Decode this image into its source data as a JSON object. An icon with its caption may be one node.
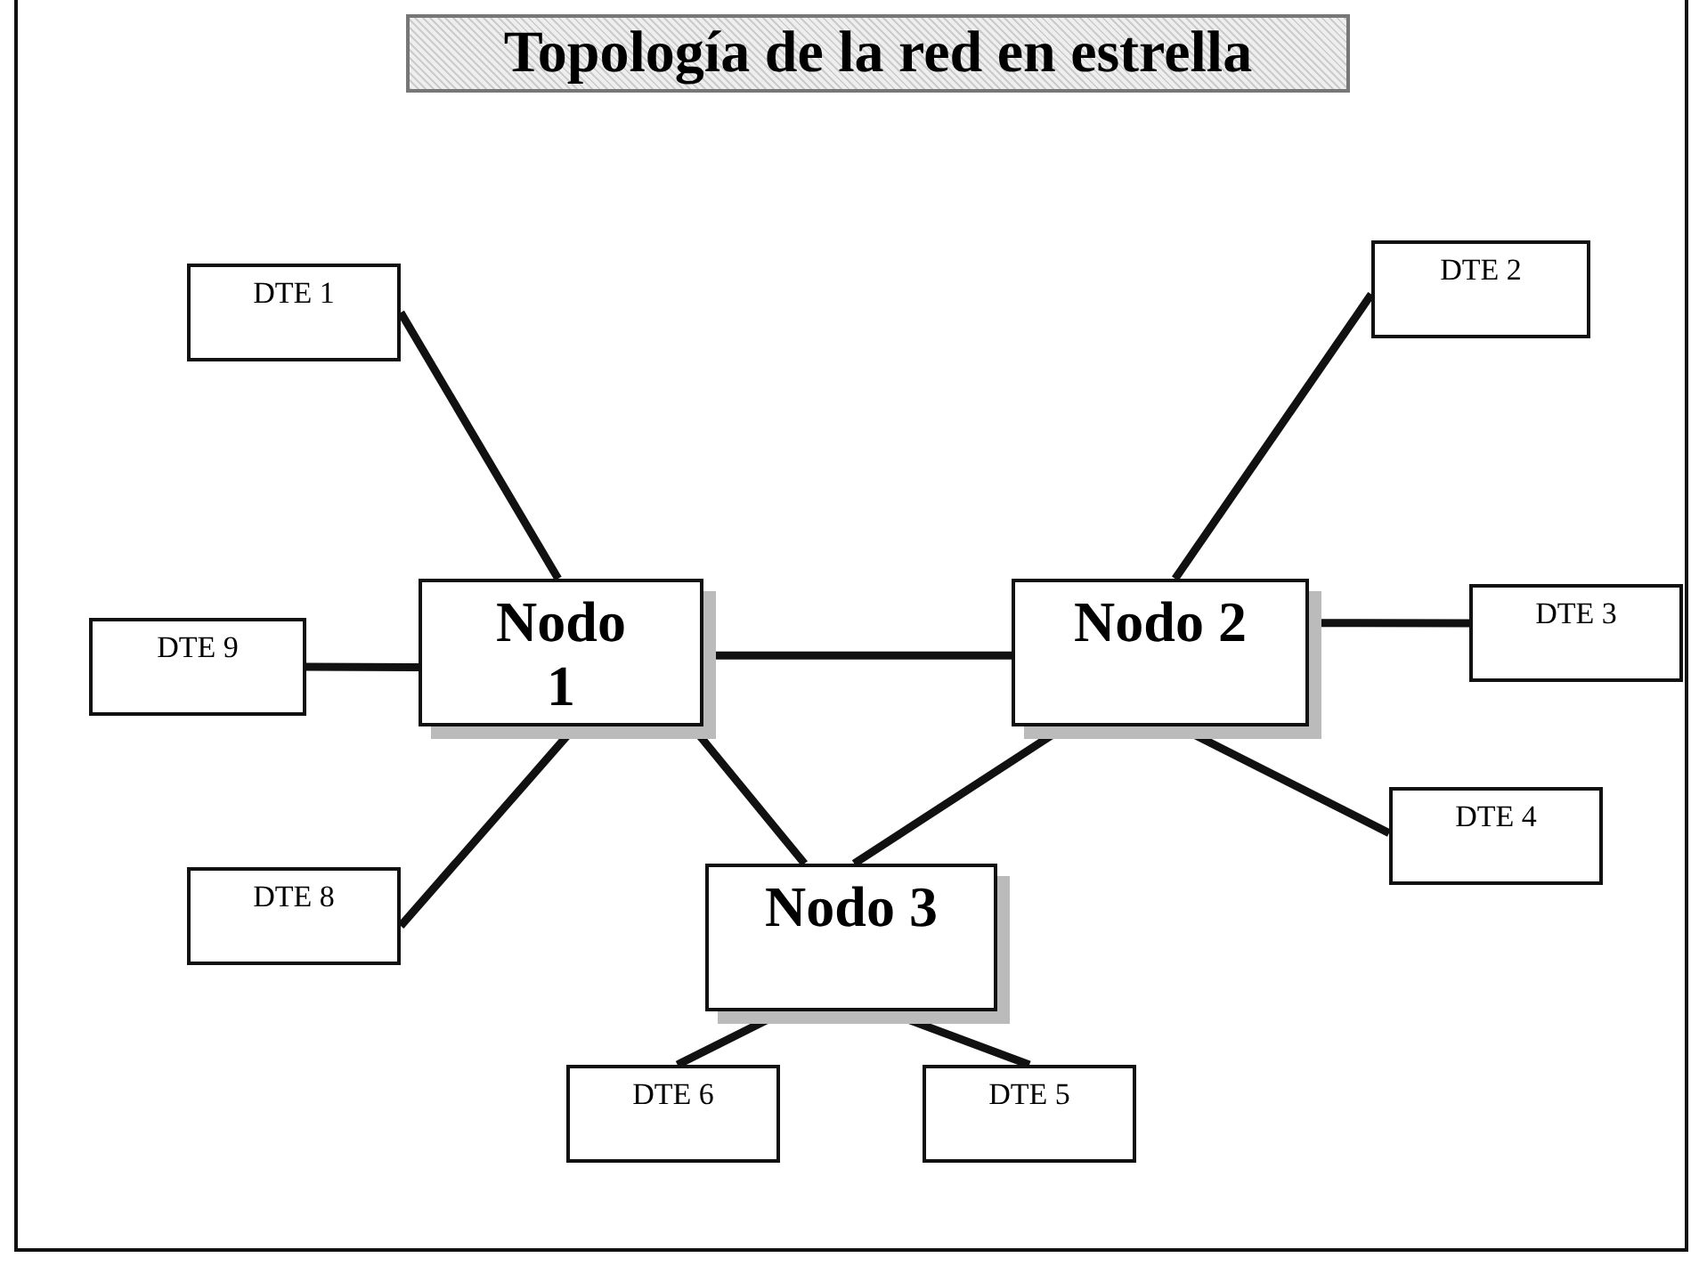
{
  "diagram": {
    "title": "Topología de la red en estrella",
    "nodes": [
      {
        "text": [
          "Nodo 1"
        ]
      },
      {
        "text": [
          "Nodo 2"
        ]
      },
      {
        "text": [
          "Nodo 3"
        ]
      },
      {
        "text": [
          "DTE 1"
        ]
      },
      {
        "text": [
          "DTE 2"
        ]
      },
      {
        "text": [
          "DTE 3"
        ]
      },
      {
        "text": [
          "DTE 4"
        ]
      },
      {
        "text": [
          "DTE 5"
        ]
      },
      {
        "text": [
          "DTE 6"
        ]
      },
      {
        "text": [
          "DTE 8"
        ]
      },
      {
        "text": [
          "DTE 9"
        ]
      }
    ],
    "edges": [
      {
        "from": 0,
        "to": 1,
        "arrow": "none"
      },
      {
        "from": 3,
        "to": 0,
        "arrow": "none"
      },
      {
        "from": 10,
        "to": 0,
        "arrow": "none"
      },
      {
        "from": 9,
        "to": 0,
        "arrow": "none"
      },
      {
        "from": 0,
        "to": 2,
        "arrow": "none"
      },
      {
        "from": 4,
        "to": 1,
        "arrow": "none"
      },
      {
        "from": 1,
        "to": 5,
        "arrow": "none"
      },
      {
        "from": 1,
        "to": 6,
        "arrow": "none"
      },
      {
        "from": 1,
        "to": 2,
        "arrow": "none"
      },
      {
        "from": 2,
        "to": 8,
        "arrow": "none"
      },
      {
        "from": 2,
        "to": 7,
        "arrow": "none"
      }
    ]
  }
}
